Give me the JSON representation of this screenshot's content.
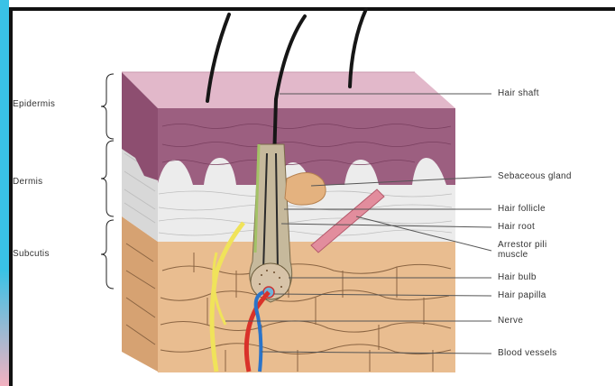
{
  "layers": [
    {
      "id": "epidermis",
      "label": "Epidermis"
    },
    {
      "id": "dermis",
      "label": "Dermis"
    },
    {
      "id": "subcutis",
      "label": "Subcutis"
    }
  ],
  "callouts": [
    {
      "id": "hair-shaft",
      "label": "Hair shaft"
    },
    {
      "id": "sebaceous-gland",
      "label": "Sebaceous gland"
    },
    {
      "id": "hair-follicle",
      "label": "Hair follicle"
    },
    {
      "id": "hair-root",
      "label": "Hair root"
    },
    {
      "id": "arrector-pili-muscle",
      "label": "Arrestor pili muscle"
    },
    {
      "id": "hair-bulb",
      "label": "Hair bulb"
    },
    {
      "id": "hair-papilla",
      "label": "Hair papilla"
    },
    {
      "id": "nerve",
      "label": "Nerve"
    },
    {
      "id": "blood-vessels",
      "label": "Blood vessels"
    }
  ],
  "colors": {
    "epidermis_top": "#e0b7c8",
    "epidermis_front": "#9b5d7e",
    "dermis": "#ececec",
    "subcutis": "#e6b98c",
    "fat_lines": "#7a5a3a",
    "nerve": "#f0e35a",
    "artery": "#d9322a",
    "vein": "#2b74c9",
    "gland": "#e4b27f",
    "muscle": "#e58a9a",
    "hair": "#1a1a1a",
    "left_accent_top": "#39c2e6",
    "left_accent_bottom": "#f3b1c0"
  }
}
